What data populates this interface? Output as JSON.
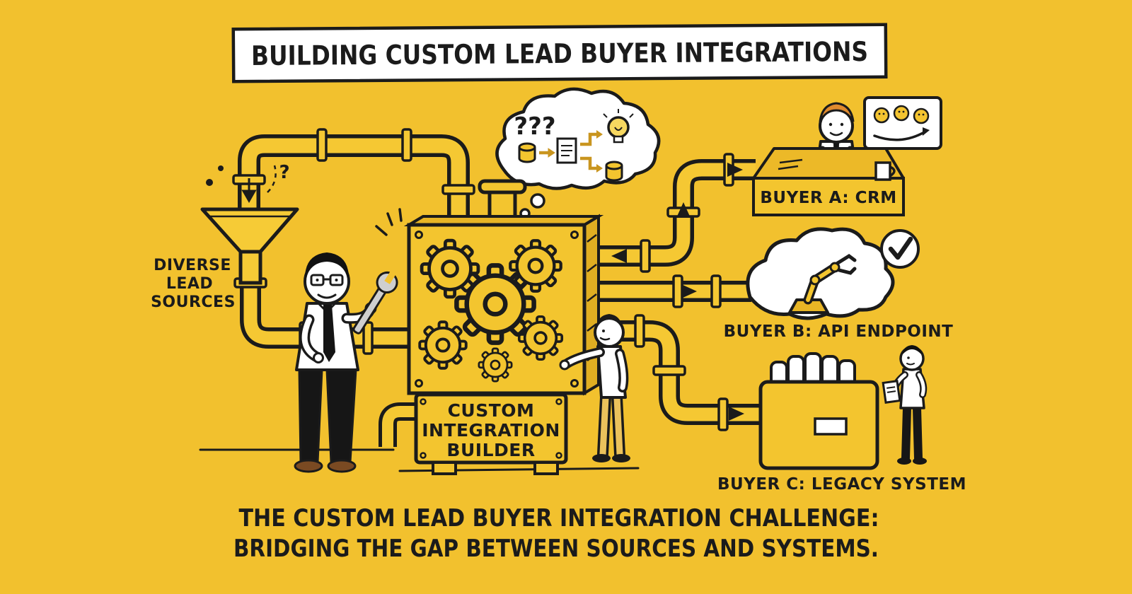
{
  "title": "BUILDING CUSTOM LEAD BUYER INTEGRATIONS",
  "funnel": {
    "label_lines": [
      "DIVERSE",
      "LEAD",
      "SOURCES"
    ],
    "question_mark": "?"
  },
  "thought_bubble": {
    "question_marks": "???"
  },
  "machine": {
    "plate_lines": [
      "CUSTOM",
      "INTEGRATION",
      "BUILDER"
    ]
  },
  "buyers": [
    {
      "label": "BUYER A: CRM"
    },
    {
      "label": "BUYER B: API ENDPOINT"
    },
    {
      "label": "BUYER C: LEGACY SYSTEM"
    }
  ],
  "caption_lines": [
    "THE CUSTOM LEAD BUYER INTEGRATION CHALLENGE:",
    "BRIDGING THE GAP BETWEEN SOURCES AND SYSTEMS."
  ],
  "colors": {
    "background": "#F2C12E",
    "ink": "#1B1B1B",
    "pipe": "#F5C833",
    "panel": "#F3C52F",
    "white": "#FFFFFF"
  }
}
